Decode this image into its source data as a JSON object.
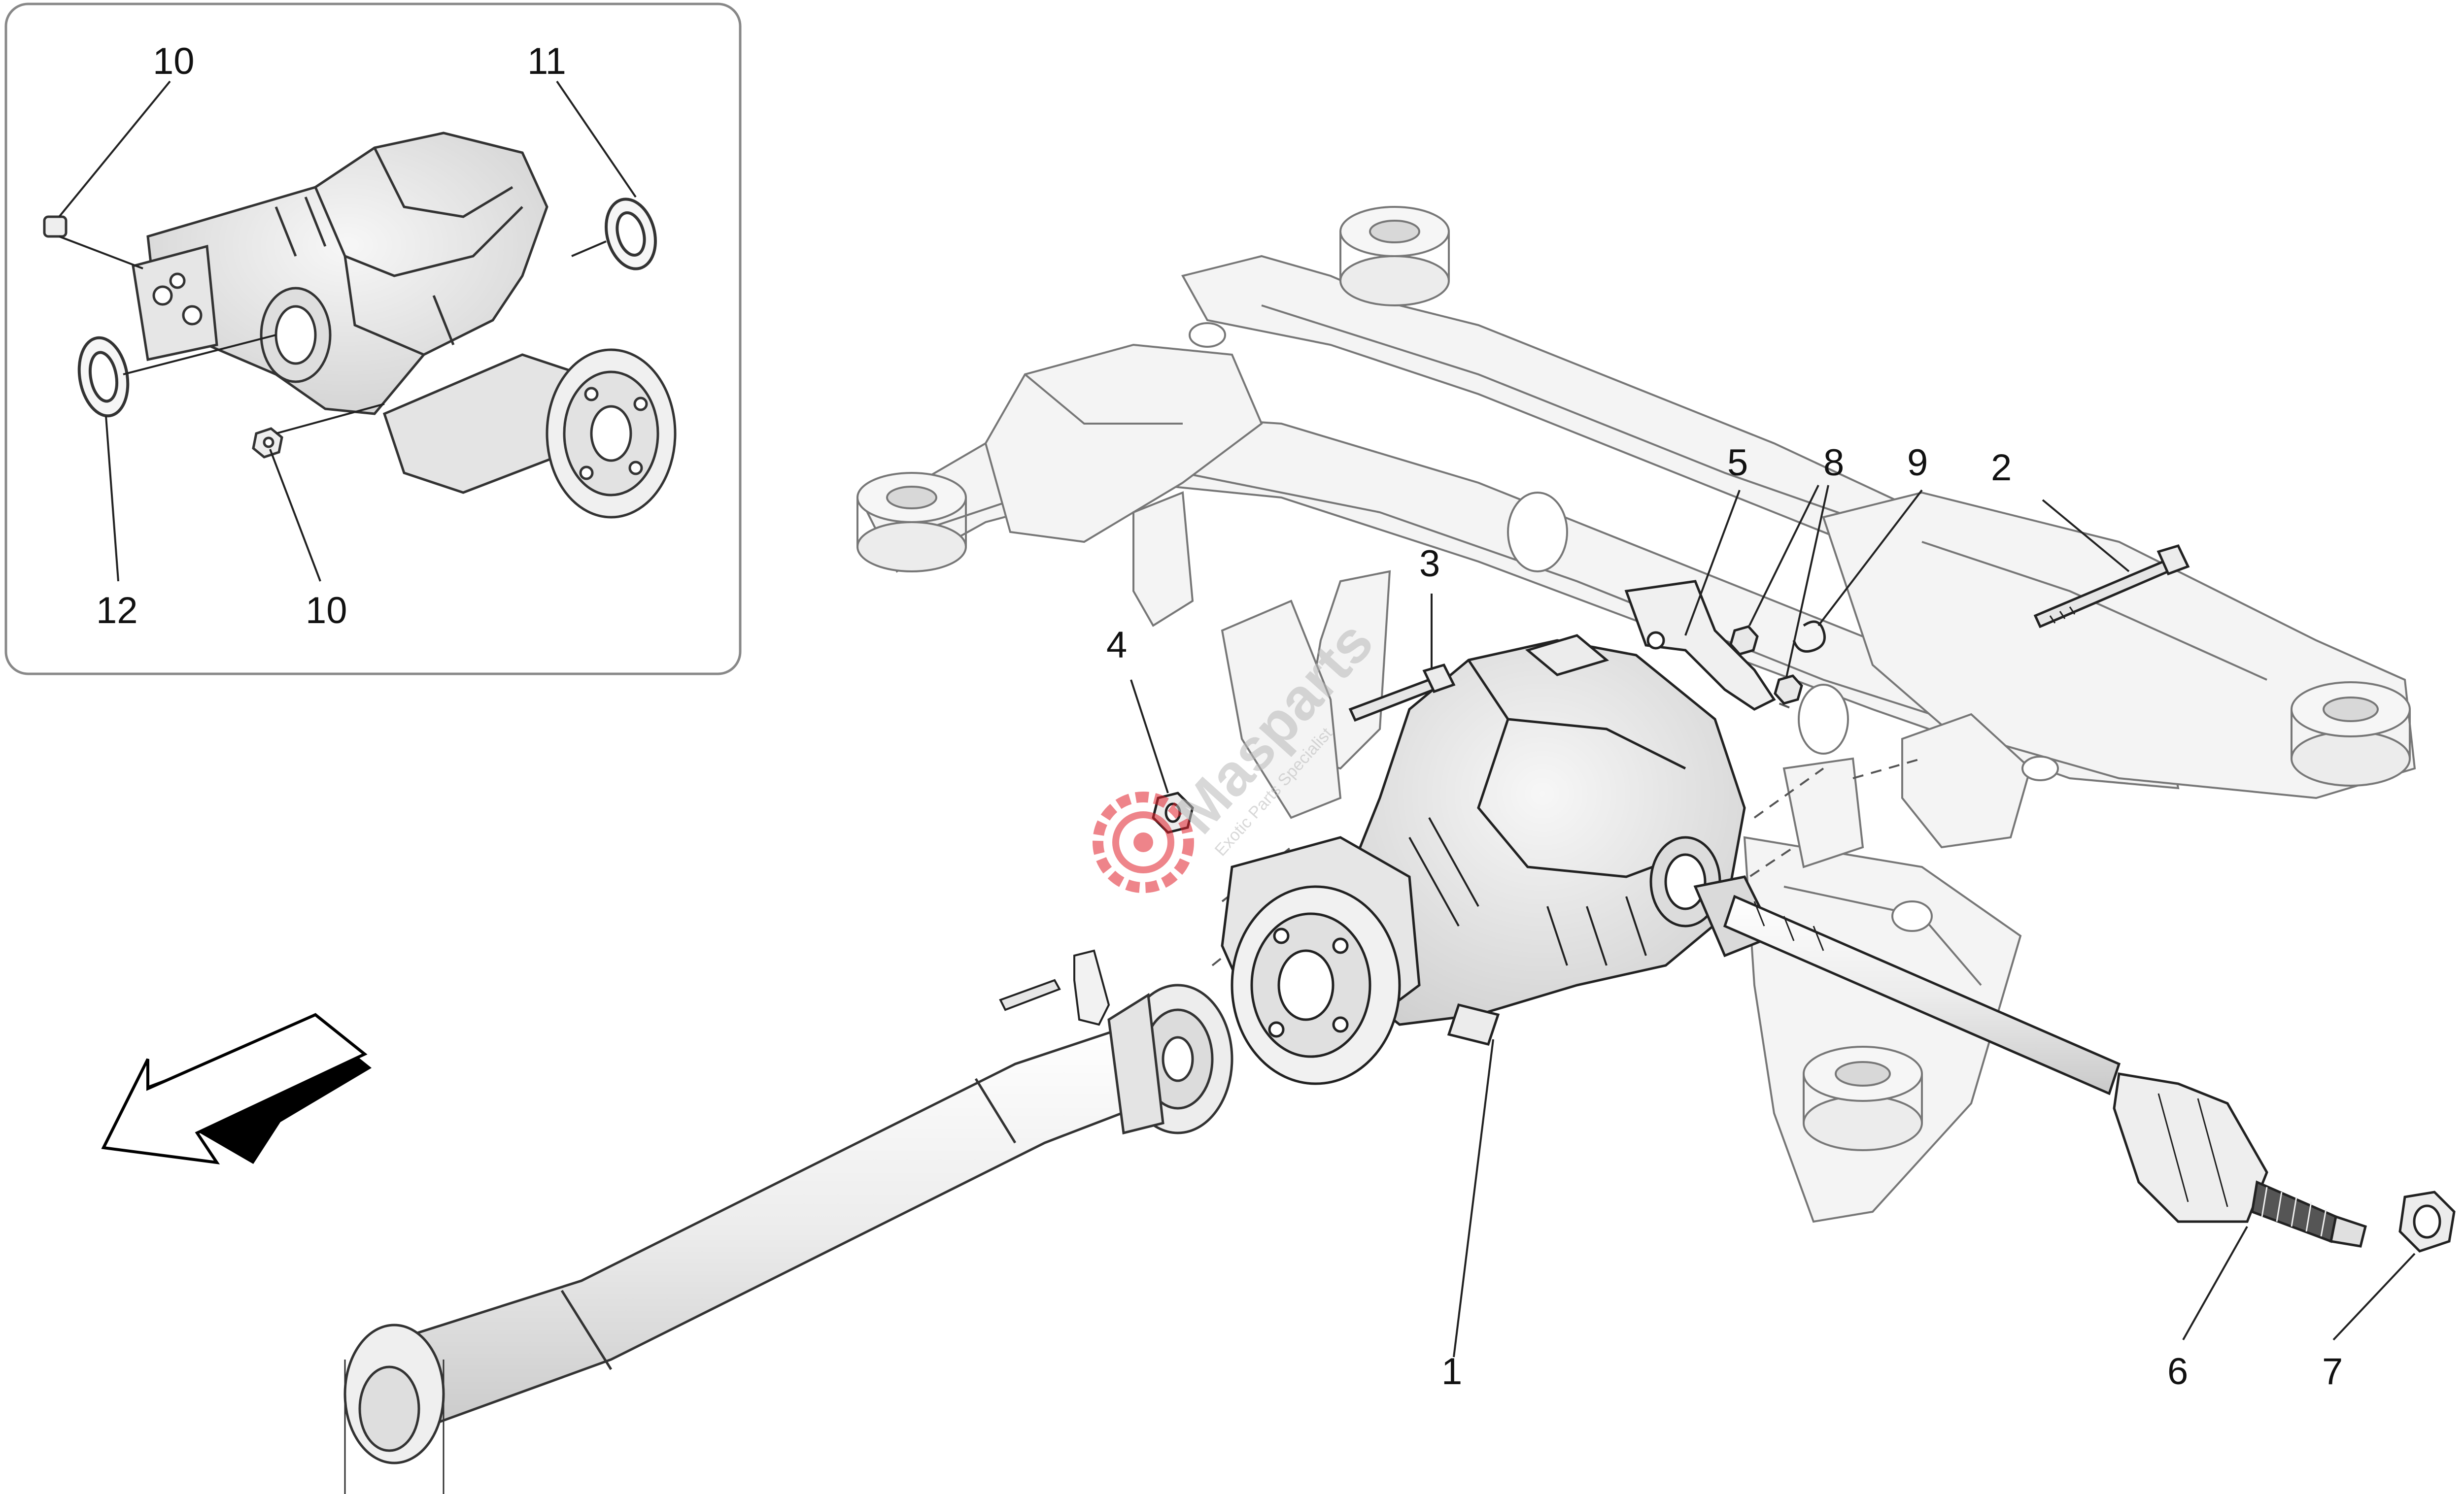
{
  "diagram": {
    "inset_callouts": {
      "c10a": "10",
      "c11": "11",
      "c12": "12",
      "c10b": "10"
    },
    "main_callouts": {
      "c1": "1",
      "c2": "2",
      "c3": "3",
      "c4": "4",
      "c5": "5",
      "c6": "6",
      "c7": "7",
      "c8": "8",
      "c9": "9"
    },
    "watermark": {
      "brand": "Masparts",
      "tagline": "Exotic Parts Specialist"
    },
    "colors": {
      "line": "#222222",
      "frame_line": "#777777",
      "frame_fill": "#f4f4f4",
      "part_fill": "#e9e9e9",
      "watermark_red": "#e0202a",
      "inset_border": "#888888"
    },
    "icons": {
      "direction": "front-direction-arrow-icon",
      "watermark": "masparts-gear-logo-icon"
    }
  }
}
